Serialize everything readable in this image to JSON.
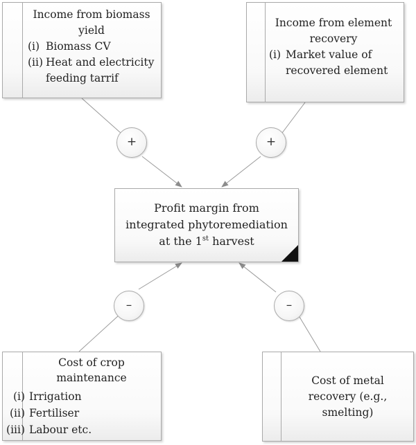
{
  "biomass": {
    "title": "Income from biomass yield",
    "items": [
      {
        "num": "(i)",
        "text": "Biomass CV"
      },
      {
        "num": "(ii)",
        "text": "Heat and electricity feeding tarrif"
      }
    ]
  },
  "element": {
    "title": "Income from element recovery",
    "items": [
      {
        "num": "(i)",
        "text": "Market value of recovered element"
      }
    ]
  },
  "center": {
    "title_pre": "Profit margin from integrated phytoremediation at the 1",
    "sup": "st",
    "title_post": "harvest"
  },
  "crop": {
    "title": "Cost of crop maintenance",
    "items": [
      {
        "num": "(i)",
        "text": "Irrigation"
      },
      {
        "num": "(ii)",
        "text": "Fertiliser"
      },
      {
        "num": "(iii)",
        "text": "Labour etc."
      }
    ]
  },
  "metal": {
    "title": "Cost of metal recovery (e.g., smelting)"
  },
  "signs": {
    "plus_left": "+",
    "plus_right": "+",
    "minus_left": "–",
    "minus_right": "–"
  },
  "colors": {
    "border": "#a9a9a9",
    "connector": "#8c8c8c",
    "corner": "#111111"
  }
}
